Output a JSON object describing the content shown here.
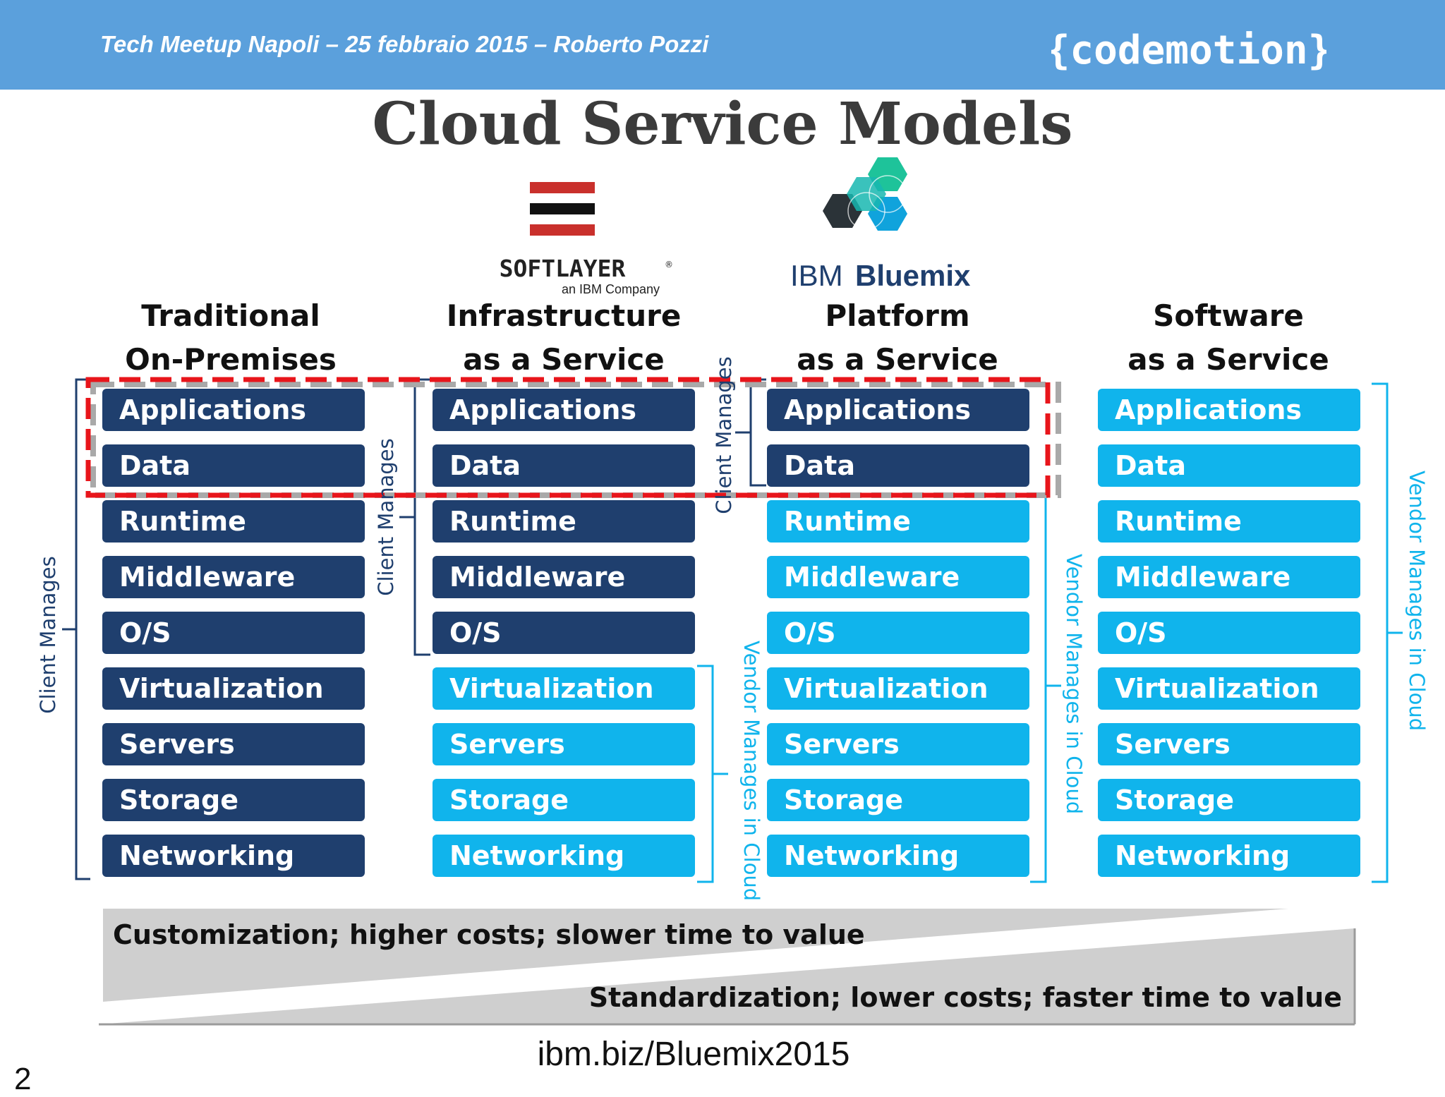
{
  "header": {
    "text": "Tech Meetup Napoli – 25 febbraio 2015 – Roberto Pozzi",
    "brand": "{codemotion}",
    "background_color": "#5ba0dc"
  },
  "title": "Cloud Service Models",
  "logos": {
    "softlayer": {
      "name": "SOFTLAYER",
      "tagline": "an IBM Company",
      "registered": "®"
    },
    "bluemix": {
      "prefix": "IBM",
      "name": "Bluemix"
    }
  },
  "columns": [
    {
      "heading_line1": "Traditional",
      "heading_line2": "On-Premises"
    },
    {
      "heading_line1": "Infrastructure",
      "heading_line2": "as a Service"
    },
    {
      "heading_line1": "Platform",
      "heading_line2": "as a Service"
    },
    {
      "heading_line1": "Software",
      "heading_line2": "as a Service"
    }
  ],
  "layers": [
    "Applications",
    "Data",
    "Runtime",
    "Middleware",
    "O/S",
    "Virtualization",
    "Servers",
    "Storage",
    "Networking"
  ],
  "client_managed_layer_counts": [
    9,
    5,
    2,
    0
  ],
  "side_labels": {
    "client": "Client Manages",
    "vendor": "Vendor Manages in Cloud"
  },
  "colors": {
    "client_tile": "#1f3f6e",
    "vendor_tile": "#10b4ec",
    "highlight_dash": "#e8151b"
  },
  "gradient_bar": {
    "top_text": "Customization; higher costs; slower time to value",
    "bottom_text": "Standardization; lower costs; faster time to value"
  },
  "url": "ibm.biz/Bluemix2015",
  "page_number": "2"
}
